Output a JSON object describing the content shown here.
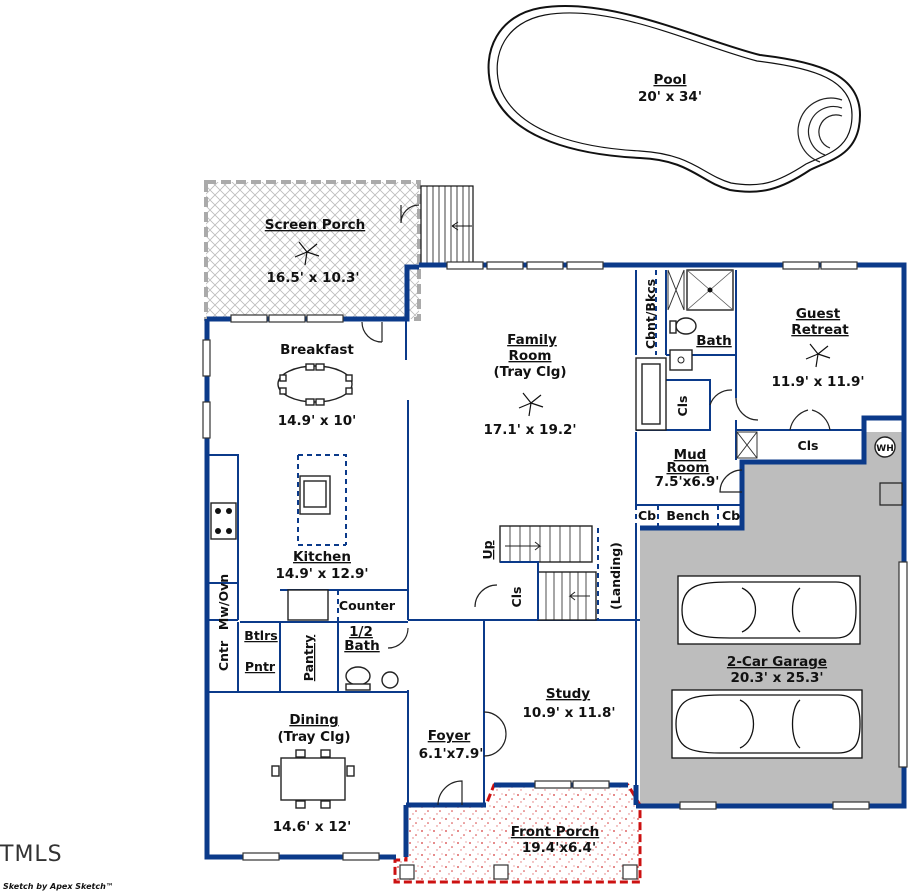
{
  "rooms": {
    "pool": {
      "name": "Pool",
      "dims": "20' x 34'"
    },
    "screen_porch": {
      "name": "Screen Porch",
      "dims": "16.5' x 10.3'"
    },
    "breakfast": {
      "name": "Breakfast",
      "dims": "14.9' x 10'"
    },
    "family_room": {
      "name1": "Family",
      "name2": "Room",
      "note": "(Tray Clg)",
      "dims": "17.1' x 19.2'"
    },
    "cbnt_bkcs": {
      "name": "Cbnt/Bkcs"
    },
    "bath": {
      "name": "Bath"
    },
    "guest_retreat": {
      "name1": "Guest",
      "name2": "Retreat",
      "dims": "11.9' x 11.9'"
    },
    "cls_upper": {
      "name": "Cls"
    },
    "cls_guest": {
      "name": "Cls"
    },
    "wh": {
      "name": "WH"
    },
    "mud_room": {
      "name1": "Mud",
      "name2": "Room",
      "dims": "7.5'x6.9'"
    },
    "cb_left": {
      "name": "Cb"
    },
    "bench": {
      "name": "Bench"
    },
    "cb_right": {
      "name": "Cb"
    },
    "kitchen": {
      "name": "Kitchen",
      "dims": "14.9' x 12.9'"
    },
    "counter": {
      "name": "Counter"
    },
    "mw_ovn": {
      "name": "Mw/Ovn"
    },
    "cntr": {
      "name": "Cntr"
    },
    "btlrs": {
      "name": "Btlrs"
    },
    "pntr": {
      "name": "Pntr"
    },
    "pantry": {
      "name": "Pantry"
    },
    "half_bath": {
      "name1": "1/2",
      "name2": "Bath"
    },
    "up": {
      "name": "Up"
    },
    "cls_stair": {
      "name": "Cls"
    },
    "landing": {
      "name": "(Landing)"
    },
    "garage": {
      "name": "2-Car Garage",
      "dims": "20.3' x 25.3'"
    },
    "study": {
      "name": "Study",
      "dims": "10.9' x 11.8'"
    },
    "dining": {
      "name": "Dining",
      "note": "(Tray Clg)",
      "dims": "14.6' x 12'"
    },
    "foyer": {
      "name": "Foyer",
      "dims": "6.1'x7.9'"
    },
    "front_porch": {
      "name": "Front Porch",
      "dims": "19.4'x6.4'"
    }
  },
  "watermark": "TMLS",
  "credit": "Sketch by Apex Sketch™",
  "colors": {
    "wall": "#0b3a8a",
    "garage_fill": "#bdbdbd",
    "porch_outline": "#cc1111"
  }
}
